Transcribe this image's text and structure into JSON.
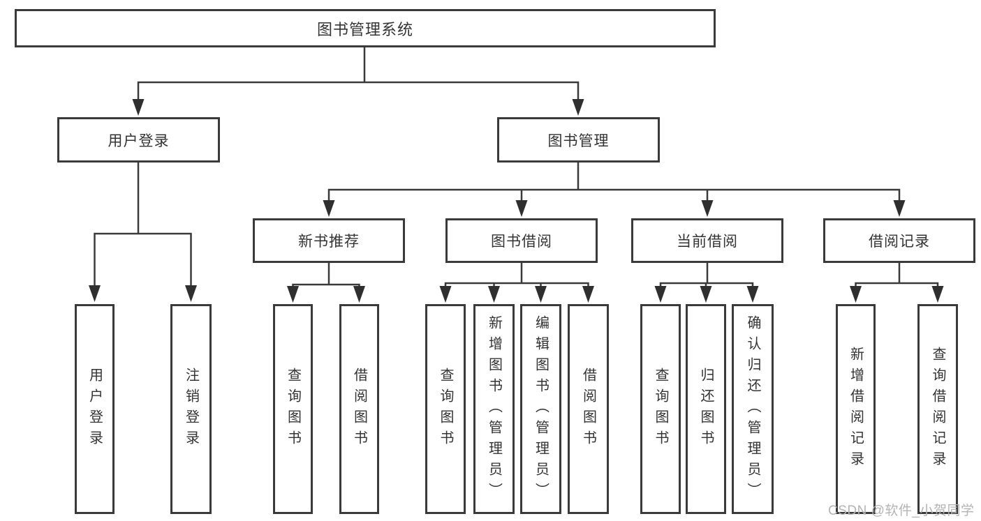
{
  "tree": {
    "label": "图书管理系统",
    "children": [
      {
        "label": "用户登录",
        "children": [
          {
            "label": "用户登录"
          },
          {
            "label": "注销登录"
          }
        ]
      },
      {
        "label": "图书管理",
        "children": [
          {
            "label": "新书推荐",
            "children": [
              {
                "label": "查询图书"
              },
              {
                "label": "借阅图书"
              }
            ]
          },
          {
            "label": "图书借阅",
            "children": [
              {
                "label": "查询图书"
              },
              {
                "label": "新增图书（管理员）"
              },
              {
                "label": "编辑图书（管理员）"
              },
              {
                "label": "借阅图书"
              }
            ]
          },
          {
            "label": "当前借阅",
            "children": [
              {
                "label": "查询图书"
              },
              {
                "label": "归还图书"
              },
              {
                "label": "确认归还（管理员）"
              }
            ]
          },
          {
            "label": "借阅记录",
            "children": [
              {
                "label": "新增借阅记录"
              },
              {
                "label": "查询借阅记录"
              }
            ]
          }
        ]
      }
    ]
  },
  "watermark": {
    "text": "CSDN @软件_小贺同学"
  },
  "colors": {
    "line": "#3a3a3a",
    "box_border": "#3a3a3a",
    "text": "#333333",
    "watermark": "#b4b4b4",
    "background": "#ffffff"
  }
}
